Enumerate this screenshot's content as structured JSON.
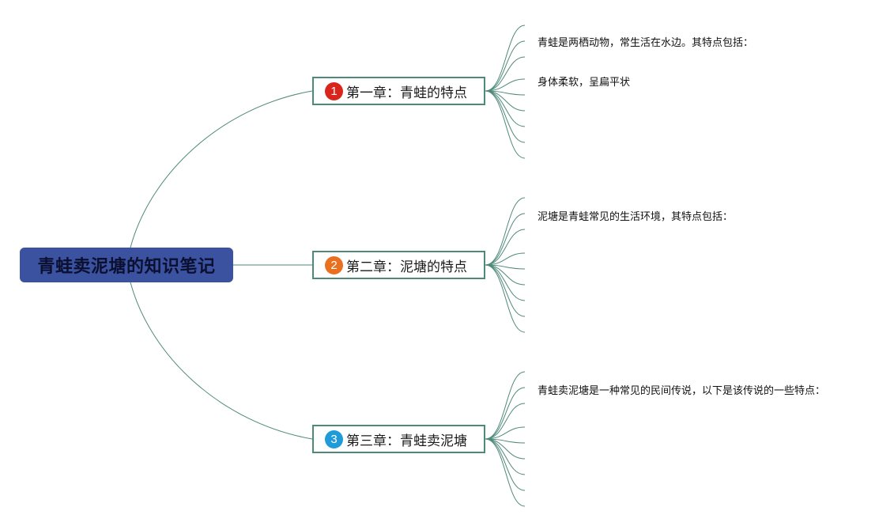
{
  "root": {
    "title": "青蛙卖泥塘的知识笔记"
  },
  "branches": [
    {
      "number": "1",
      "badge_color": "#d9261c",
      "label": "第一章：青蛙的特点",
      "leaves": [
        "青蛙是两栖动物，常生活在水边。其特点包括：",
        "身体柔软，呈扁平状"
      ]
    },
    {
      "number": "2",
      "badge_color": "#e8701f",
      "label": "第二章：泥塘的特点",
      "leaves": [
        "泥塘是青蛙常见的生活环境，其特点包括："
      ]
    },
    {
      "number": "3",
      "badge_color": "#1f9bd9",
      "label": "第三章：青蛙卖泥塘",
      "leaves": [
        "青蛙卖泥塘是一种常见的民间传说，以下是该传说的一些特点："
      ]
    }
  ],
  "colors": {
    "connector": "#4e8a7a",
    "root_fill": "#3b52a0"
  }
}
